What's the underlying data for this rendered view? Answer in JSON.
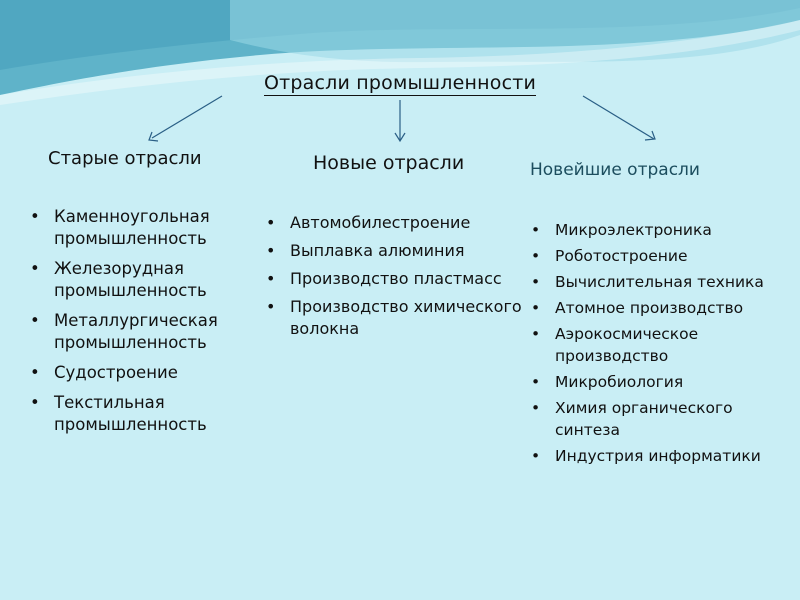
{
  "title": "Отрасли промышленности",
  "columns": [
    {
      "heading": "Старые отрасли",
      "items": [
        "Каменноугольная промышленность",
        "Железорудная промышленность",
        "Металлургическая промышленность",
        "Судостроение",
        "Текстильная промышленность"
      ]
    },
    {
      "heading": "Новые отрасли",
      "items": [
        "Автомобилестроение",
        "Выплавка алюминия",
        "Производство пластмасс",
        "Производство химического волокна"
      ]
    },
    {
      "heading": "Новейшие отрасли",
      "items": [
        "Микроэлектроника",
        "Роботостроение",
        "Вычислительная техника",
        "Атомное производство",
        "Аэрокосмическое производство",
        "Микробиология",
        "Химия органического синтеза",
        "Индустрия информатики"
      ]
    }
  ],
  "colors": {
    "background": "#c9eef5",
    "wave_dark": "#5fb3c9",
    "wave_light": "#9ad8e6",
    "newest_heading": "#1c4d5e",
    "arrow": "#2a5f86"
  }
}
